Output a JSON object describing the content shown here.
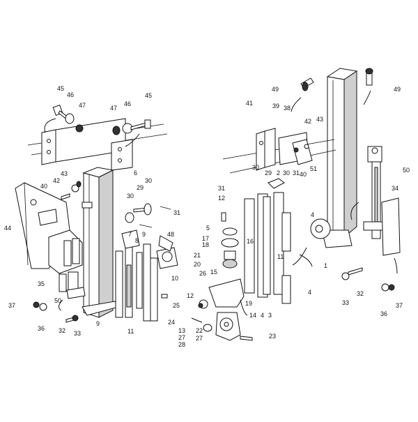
{
  "callouts": [
    "1",
    "2",
    "3",
    "4",
    "5",
    "6",
    "7",
    "8",
    "9",
    "10",
    "11",
    "12",
    "13",
    "14",
    "15",
    "16",
    "17",
    "18",
    "19",
    "20",
    "21",
    "22",
    "23",
    "24",
    "25",
    "26",
    "27",
    "28",
    "29",
    "30",
    "31",
    "32",
    "33",
    "34",
    "35",
    "36",
    "37",
    "38",
    "39",
    "40",
    "41",
    "42",
    "43",
    "44",
    "45",
    "46",
    "47",
    "48",
    "49",
    "50",
    "51"
  ],
  "labels": [
    {
      "id": "l45a",
      "text": "45"
    },
    {
      "id": "l46a",
      "text": "46"
    },
    {
      "id": "l47a",
      "text": "47"
    },
    {
      "id": "l47b",
      "text": "47"
    },
    {
      "id": "l46b",
      "text": "46"
    },
    {
      "id": "l45b",
      "text": "45"
    },
    {
      "id": "l6",
      "text": "6"
    },
    {
      "id": "l43a",
      "text": "43"
    },
    {
      "id": "l42a",
      "text": "42"
    },
    {
      "id": "l40a",
      "text": "40"
    },
    {
      "id": "l29a",
      "text": "29"
    },
    {
      "id": "l30a",
      "text": "30"
    },
    {
      "id": "l30b",
      "text": "30"
    },
    {
      "id": "l31a",
      "text": "31"
    },
    {
      "id": "l44",
      "text": "44"
    },
    {
      "id": "l7",
      "text": "7"
    },
    {
      "id": "l9a",
      "text": "9"
    },
    {
      "id": "l8",
      "text": "8"
    },
    {
      "id": "l48",
      "text": "48"
    },
    {
      "id": "l10",
      "text": "10"
    },
    {
      "id": "l12a",
      "text": "12"
    },
    {
      "id": "l35",
      "text": "35"
    },
    {
      "id": "l50a",
      "text": "50"
    },
    {
      "id": "l37a",
      "text": "37"
    },
    {
      "id": "l36a",
      "text": "36"
    },
    {
      "id": "l32a",
      "text": "32"
    },
    {
      "id": "l33a",
      "text": "33"
    },
    {
      "id": "l9b",
      "text": "9"
    },
    {
      "id": "l11a",
      "text": "11"
    },
    {
      "id": "l49a",
      "text": "49"
    },
    {
      "id": "l49b",
      "text": "49"
    },
    {
      "id": "l41",
      "text": "41"
    },
    {
      "id": "l39",
      "text": "39"
    },
    {
      "id": "l38",
      "text": "38"
    },
    {
      "id": "l42b",
      "text": "42"
    },
    {
      "id": "l43b",
      "text": "43"
    },
    {
      "id": "l30c",
      "text": "30"
    },
    {
      "id": "l29b",
      "text": "29"
    },
    {
      "id": "l2",
      "text": "2"
    },
    {
      "id": "l30d",
      "text": "30"
    },
    {
      "id": "l31b",
      "text": "31"
    },
    {
      "id": "l40b",
      "text": "40"
    },
    {
      "id": "l51",
      "text": "51"
    },
    {
      "id": "l31c",
      "text": "31"
    },
    {
      "id": "l50b",
      "text": "50"
    },
    {
      "id": "l34",
      "text": "34"
    },
    {
      "id": "l12b",
      "text": "12"
    },
    {
      "id": "l5",
      "text": "5"
    },
    {
      "id": "l4a",
      "text": "4"
    },
    {
      "id": "l17",
      "text": "17"
    },
    {
      "id": "l18",
      "text": "18"
    },
    {
      "id": "l16",
      "text": "16"
    },
    {
      "id": "l21",
      "text": "21"
    },
    {
      "id": "l20",
      "text": "20"
    },
    {
      "id": "l11b",
      "text": "11"
    },
    {
      "id": "l15",
      "text": "15"
    },
    {
      "id": "l1",
      "text": "1"
    },
    {
      "id": "l26",
      "text": "26"
    },
    {
      "id": "l25",
      "text": "25"
    },
    {
      "id": "l19",
      "text": "19"
    },
    {
      "id": "l14",
      "text": "14"
    },
    {
      "id": "l4b",
      "text": "4"
    },
    {
      "id": "l3",
      "text": "3"
    },
    {
      "id": "l4c",
      "text": "4"
    },
    {
      "id": "l24",
      "text": "24"
    },
    {
      "id": "l13",
      "text": "13"
    },
    {
      "id": "l27a",
      "text": "27"
    },
    {
      "id": "l28",
      "text": "28"
    },
    {
      "id": "l22",
      "text": "22"
    },
    {
      "id": "l27b",
      "text": "27"
    },
    {
      "id": "l23",
      "text": "23"
    },
    {
      "id": "l32b",
      "text": "32"
    },
    {
      "id": "l33b",
      "text": "33"
    },
    {
      "id": "l36b",
      "text": "36"
    },
    {
      "id": "l37b",
      "text": "37"
    }
  ]
}
